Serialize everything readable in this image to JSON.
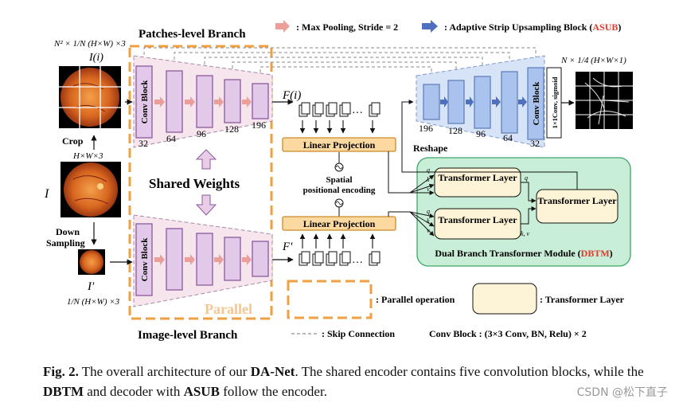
{
  "legend": {
    "max_pool": ": Max Pooling, Stride = 2",
    "asub_prefix": ": Adaptive Strip Upsampling Block (",
    "asub_abbr": "ASUB",
    "asub_suffix": ")",
    "parallel_op": ": Parallel operation",
    "transformer_layer": ": Transformer Layer",
    "skip": ": Skip Connection",
    "conv_block_def": "Conv Block : (3×3 Conv, BN, Relu) × 2"
  },
  "branches": {
    "patches": "Patches-level Branch",
    "image": "Image-level  Branch",
    "parallel": "Parallel",
    "shared": "Shared Weights"
  },
  "encoder": {
    "conv_block": "Conv Block",
    "channels": [
      "32",
      "64",
      "96",
      "128",
      "196"
    ]
  },
  "decoder": {
    "channels": [
      "196",
      "128",
      "96",
      "64",
      "32"
    ],
    "conv_block": "Conv Block",
    "head": "1×1Conv, sigmoid",
    "reshape": "Reshape",
    "output_label": "N × 1/4 (H×W×1)"
  },
  "inputs": {
    "patch_count": "N² × 1/N (H×W) ×3",
    "patch_symbol": "I(i)",
    "crop": "Crop",
    "full_size": "H×W×3",
    "full_symbol": "I",
    "down": "Down",
    "sampling": "Sampling",
    "small_symbol": "I'",
    "small_size": "1/N (H×W) ×3"
  },
  "middle": {
    "feat_patch": "F(i)",
    "feat_image": "F'",
    "linear": "Linear Projection",
    "spatial1": "Spatial",
    "spatial2": "positional encoding"
  },
  "dbtm": {
    "layer": "Transformer Layer",
    "title_prefix": "Dual Branch Transformer Module (",
    "title_abbr": "DBTM",
    "title_suffix": ")",
    "q": "q",
    "k": "k",
    "v": "v",
    "kv": "k, v"
  },
  "caption": {
    "fig": "Fig. 2.",
    "t1": " The overall architecture of our ",
    "net": "DA-Net",
    "t2": ". The shared encoder contains five convolution blocks, while the ",
    "dbtm": "DBTM",
    "t3": " and decoder with ",
    "asub": "ASUB",
    "t4": " follow the encoder."
  },
  "watermark": "CSDN @松下直子",
  "colors": {
    "conv_fill": "#e3c9e9",
    "conv_stroke": "#8a5a9c",
    "trap_fill": "#f6e5ec",
    "pool_arrow": "#ec9e9a",
    "decoder_fill": "#a9c3ee",
    "decoder_trap": "#d7e3f6",
    "asub_arrow": "#4f6fbf",
    "linear_fill": "#fbd9a1",
    "linear_stroke": "#c98a2a",
    "dbtm_fill": "#c9eed8",
    "dbtm_stroke": "#3aa76a",
    "tlayer_fill": "#fdf3d6",
    "parallel_orange": "#f0a040",
    "accent_red": "#e03a2a",
    "shared_arrow": "#e9cce6"
  }
}
